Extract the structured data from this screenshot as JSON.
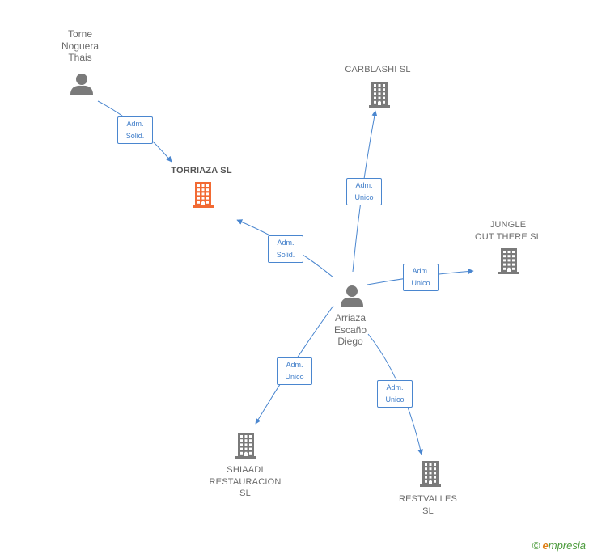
{
  "colors": {
    "edge": "#4a86cf",
    "company": "#7a7a7a",
    "company_highlight": "#f26a33",
    "person": "#7a7a7a"
  },
  "nodes": [
    {
      "id": "torne",
      "kind": "person",
      "lines": [
        "Torne",
        "Noguera",
        "Thais"
      ]
    },
    {
      "id": "torriaza",
      "kind": "company",
      "highlight": true,
      "lines": [
        "TORRIAZA  SL"
      ]
    },
    {
      "id": "carblashi",
      "kind": "company",
      "lines": [
        "CARBLASHI  SL"
      ]
    },
    {
      "id": "jungle",
      "kind": "company",
      "lines": [
        "JUNGLE",
        "OUT THERE  SL"
      ]
    },
    {
      "id": "arriaza",
      "kind": "person",
      "lines": [
        "Arriaza",
        "Escaño",
        "Diego"
      ]
    },
    {
      "id": "shiaadi",
      "kind": "company",
      "lines": [
        "SHIAADI",
        "RESTAURACION",
        "SL"
      ]
    },
    {
      "id": "restvalles",
      "kind": "company",
      "lines": [
        "RESTVALLES",
        "SL"
      ]
    }
  ],
  "edges": [
    {
      "from": "torne",
      "to": "torriaza",
      "lines": [
        "Adm.",
        "Solid."
      ]
    },
    {
      "from": "arriaza",
      "to": "torriaza",
      "lines": [
        "Adm.",
        "Solid."
      ]
    },
    {
      "from": "arriaza",
      "to": "carblashi",
      "lines": [
        "Adm.",
        "Unico"
      ]
    },
    {
      "from": "arriaza",
      "to": "jungle",
      "lines": [
        "Adm.",
        "Unico"
      ]
    },
    {
      "from": "arriaza",
      "to": "shiaadi",
      "lines": [
        "Adm.",
        "Unico"
      ]
    },
    {
      "from": "arriaza",
      "to": "restvalles",
      "lines": [
        "Adm.",
        "Unico"
      ]
    }
  ],
  "footer": {
    "copyright": "©",
    "brand_e": "e",
    "brand_rest": "mpresia"
  }
}
